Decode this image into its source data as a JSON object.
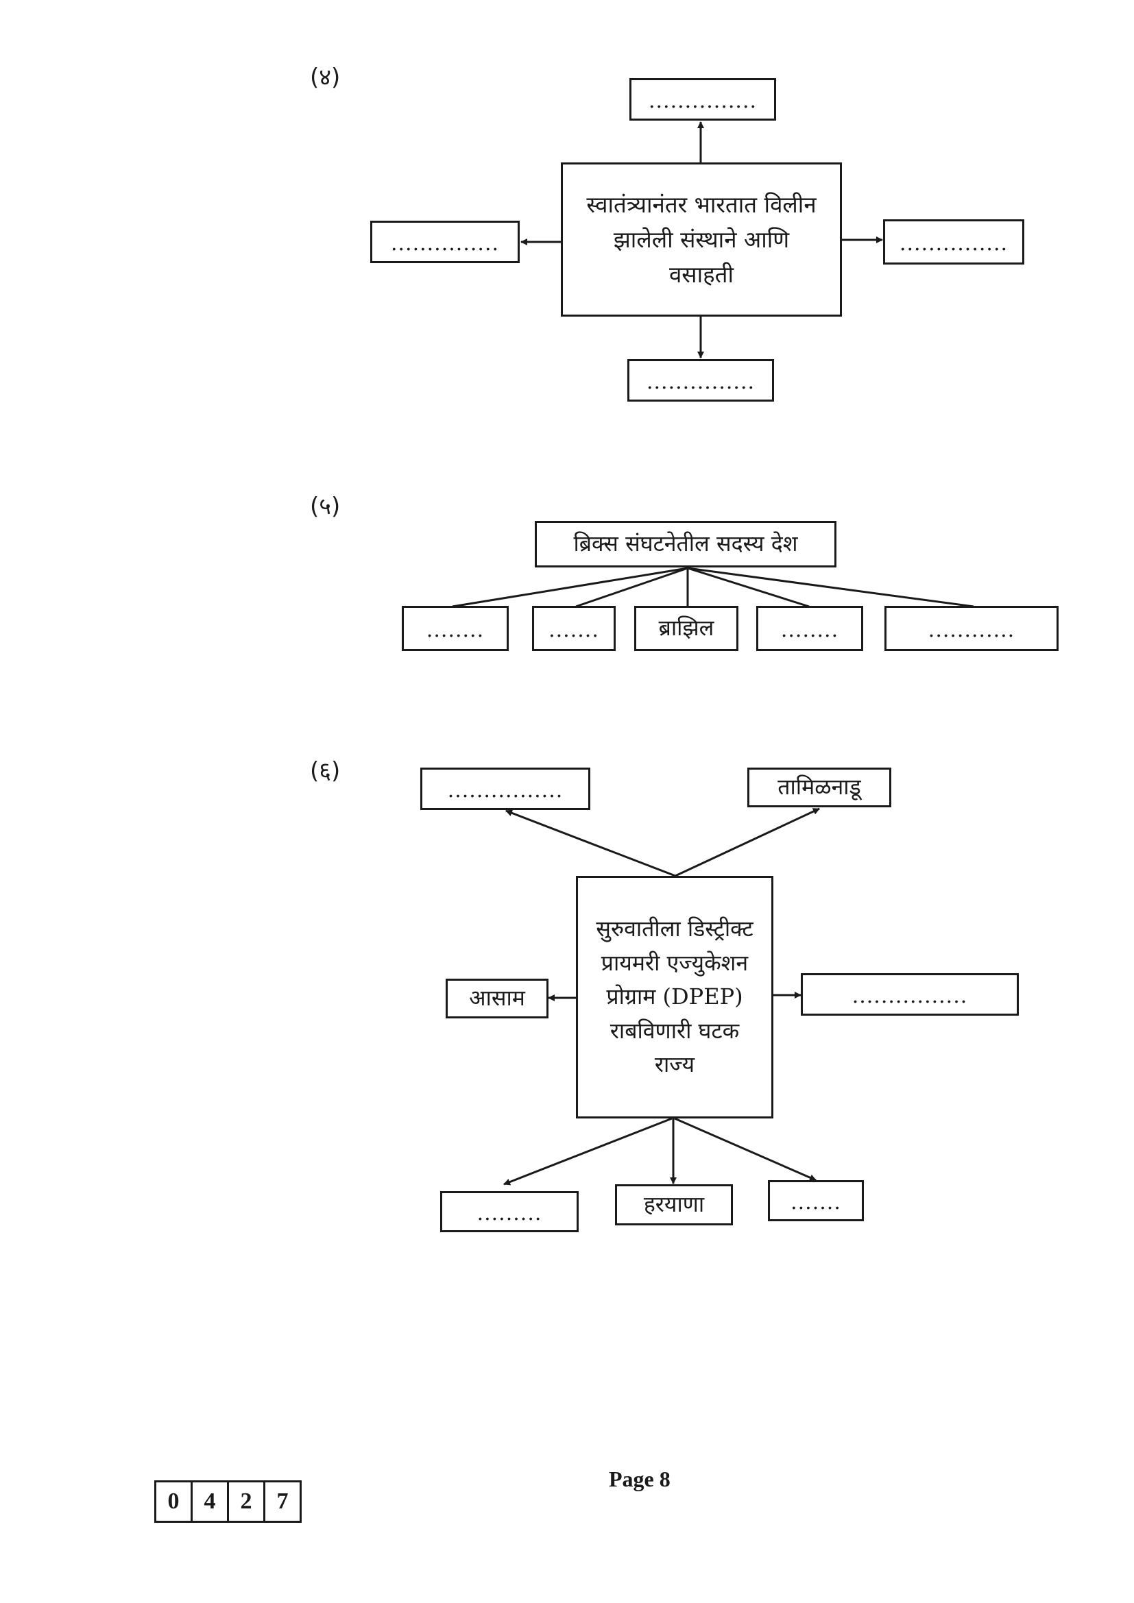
{
  "q4": {
    "number": "(४)",
    "center_lines": [
      "स्वातंत्र्यानंतर भारतात विलीन",
      "झालेली संस्थाने आणि",
      "वसाहती"
    ],
    "top": "...............",
    "left": "...............",
    "right": "...............",
    "bottom": "..............."
  },
  "q5": {
    "number": "(५)",
    "title": "ब्रिक्स संघटनेतील सदस्य देश",
    "items": [
      "........",
      ".......",
      "ब्राझिल",
      "........",
      "............"
    ]
  },
  "q6": {
    "number": "(६)",
    "center_lines": [
      "सुरुवातीला डिस्ट्रीक्ट",
      "प्रायमरी एज्युकेशन",
      "प्रोग्राम (DPEP)",
      "राबविणारी घटक",
      "राज्य"
    ],
    "top_left": "................",
    "top_right": "तामिळनाडू",
    "left": "आसाम",
    "right": "................",
    "bottom_left": ".........",
    "bottom_center": "हरयाणा",
    "bottom_right": "......."
  },
  "footer": {
    "page_label": "Page  8",
    "code_digits": [
      "0",
      "4",
      "2",
      "7"
    ]
  }
}
